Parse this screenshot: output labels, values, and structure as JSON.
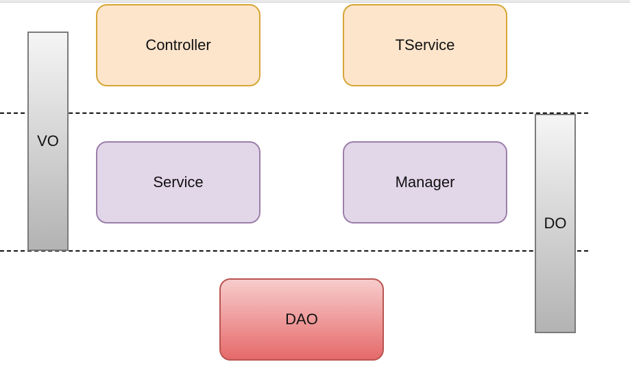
{
  "diagram": {
    "boxes": {
      "controller": "Controller",
      "tservice": "TService",
      "service": "Service",
      "manager": "Manager",
      "dao": "DAO"
    },
    "bars": {
      "vo": "VO",
      "do": "DO"
    }
  },
  "colors": {
    "orange_fill": "#fde5cc",
    "orange_stroke": "#d6a534",
    "purple_fill": "#e2d6e9",
    "purple_stroke": "#9b7ea9",
    "red_fill": "#e66a6a",
    "red_stroke": "#b85450",
    "bar_fill": "#b3b3b3",
    "bar_stroke": "#7a7a7a"
  }
}
